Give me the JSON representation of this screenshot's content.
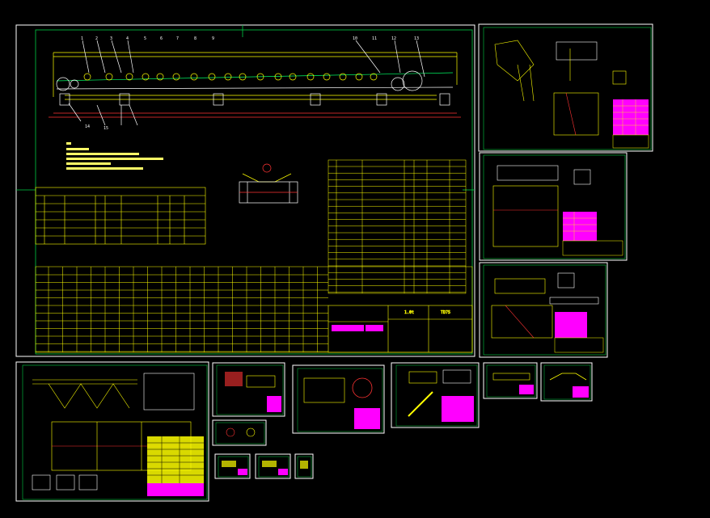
{
  "colors": {
    "background": "#000000",
    "frame": "#ffffff",
    "border": "#00cc44",
    "conveyor": "#ffff00",
    "dimension": "#ff3333",
    "table_line": "#ffff00",
    "table_fill": "#ff00ff",
    "accent_cyan": "#00ffff",
    "accent_magenta": "#ff00ff"
  },
  "main_sheet": {
    "title_block_texts": [
      "1.0t",
      "TD75"
    ],
    "balloon_labels": [
      "1",
      "2",
      "3",
      "4",
      "5",
      "6",
      "7",
      "8",
      "9",
      "10",
      "11",
      "12",
      "13",
      "14",
      "15"
    ]
  },
  "sheets": [
    {
      "id": "sheet-main",
      "kind": "assembly"
    },
    {
      "id": "sheet-tr-1",
      "kind": "detail"
    },
    {
      "id": "sheet-tr-2",
      "kind": "detail"
    },
    {
      "id": "sheet-tr-3",
      "kind": "detail"
    },
    {
      "id": "sheet-bl-1",
      "kind": "detail"
    },
    {
      "id": "sheet-b-2",
      "kind": "detail"
    },
    {
      "id": "sheet-b-3",
      "kind": "detail"
    },
    {
      "id": "sheet-b-4",
      "kind": "detail"
    },
    {
      "id": "sheet-b-5",
      "kind": "detail"
    },
    {
      "id": "sheet-b-6",
      "kind": "detail"
    },
    {
      "id": "sheet-s-1",
      "kind": "detail"
    },
    {
      "id": "sheet-s-2",
      "kind": "detail"
    },
    {
      "id": "sheet-s-3",
      "kind": "detail"
    },
    {
      "id": "sheet-s-4",
      "kind": "detail"
    }
  ]
}
